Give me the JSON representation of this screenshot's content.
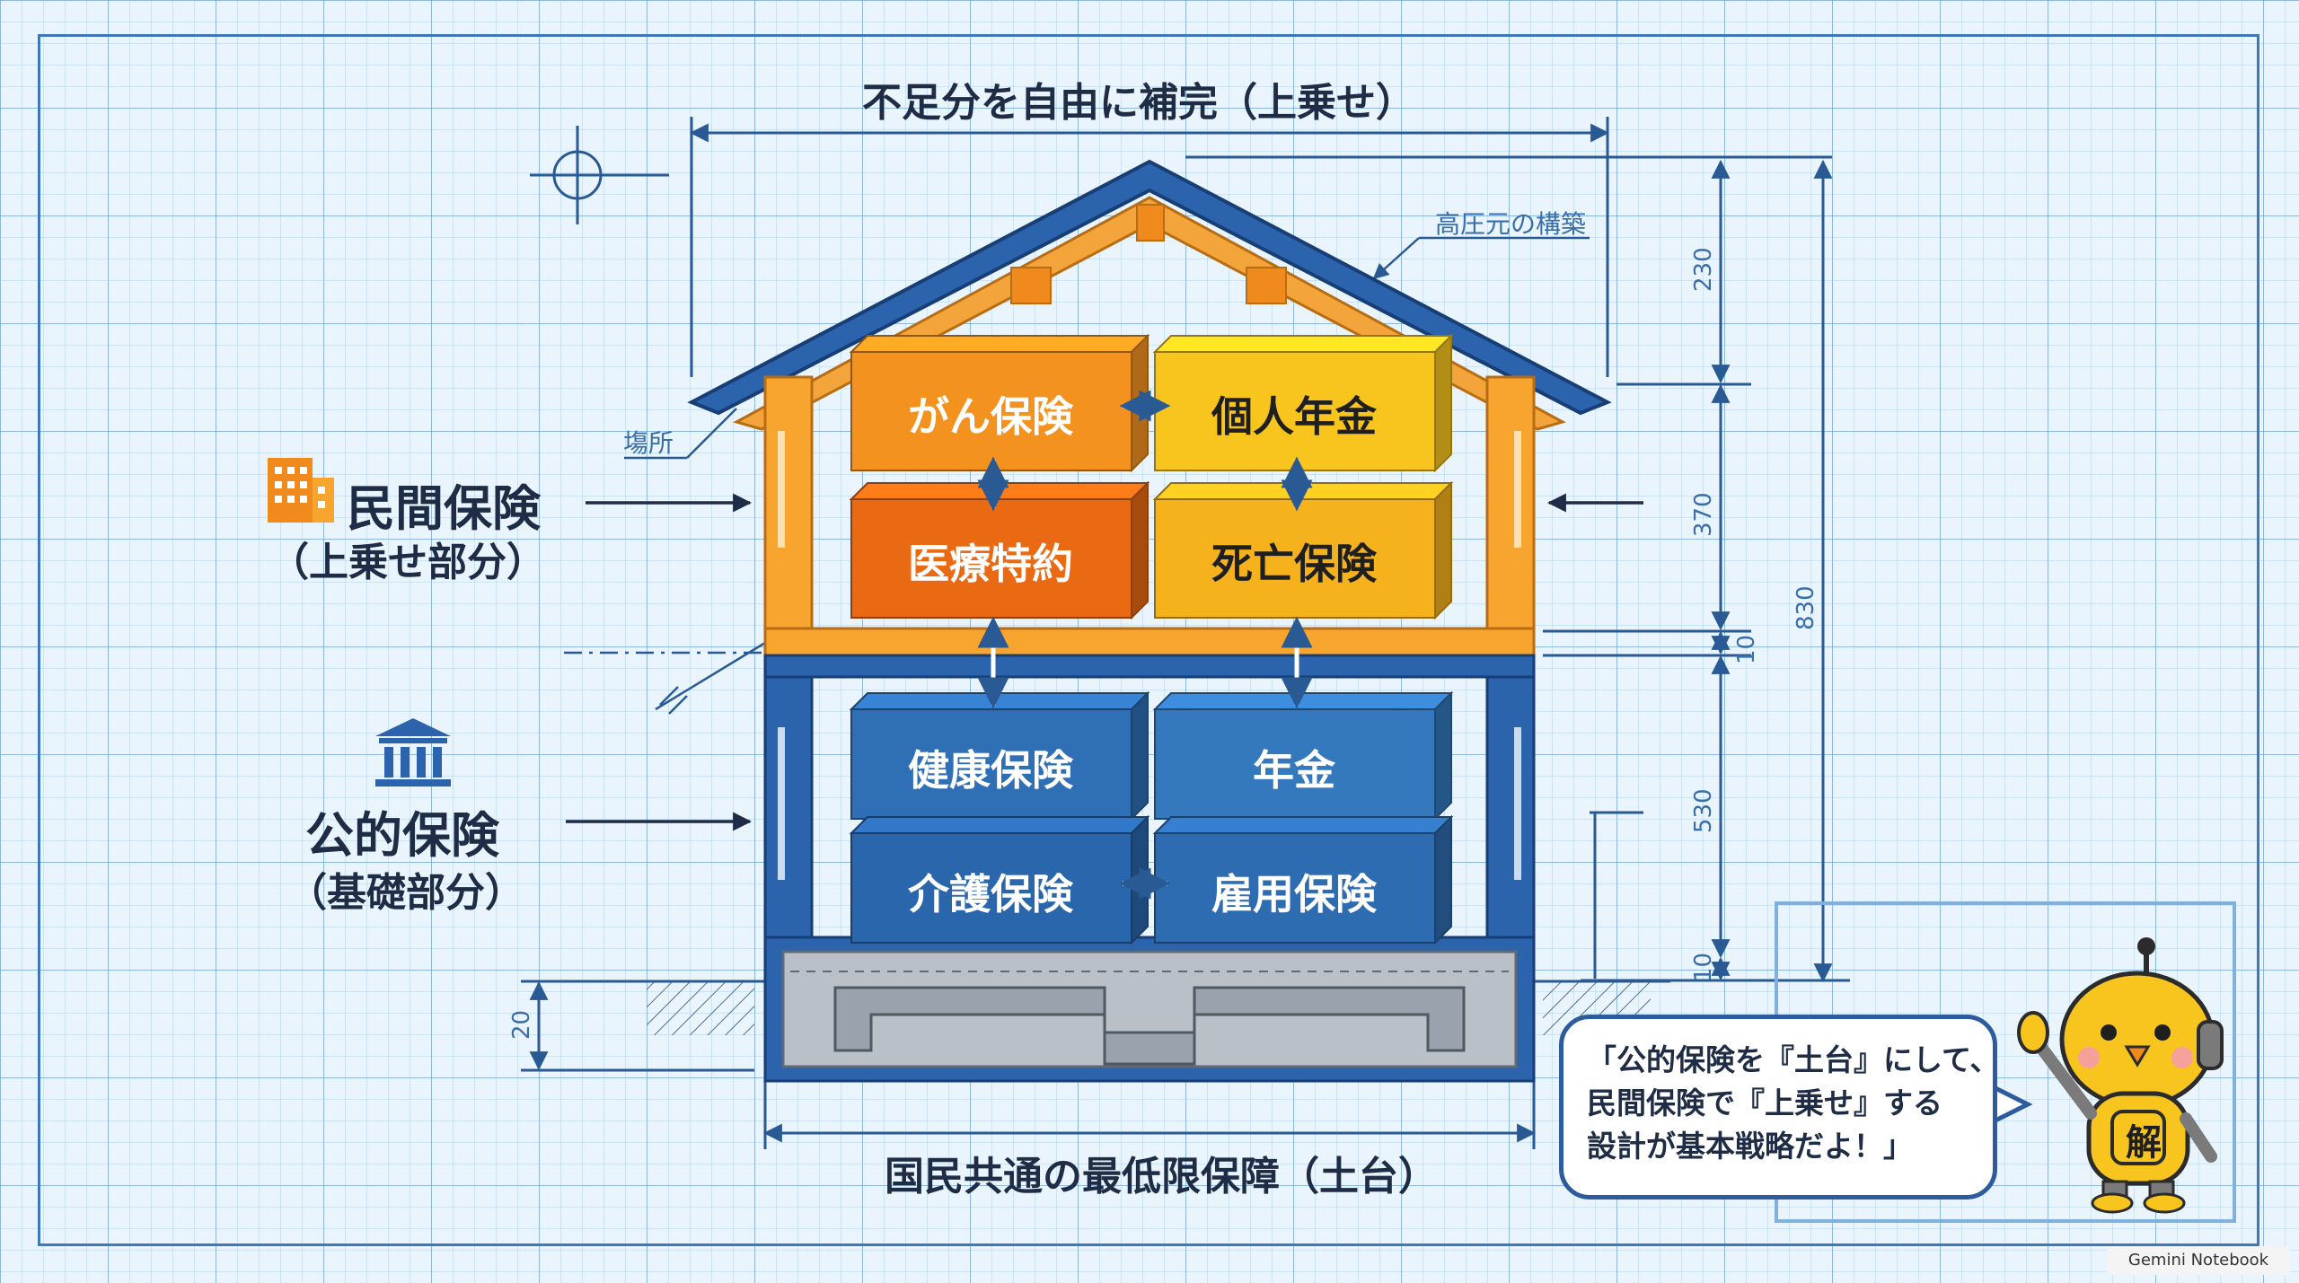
{
  "top_dimension_label": "不足分を自由に補完（上乗せ）",
  "bottom_dimension_label": "国民共通の最低限保障（土台）",
  "annotations": {
    "roof_note": "高圧元の構築",
    "side_note": "塲所"
  },
  "private_insurance": {
    "title": "民間保険",
    "subtitle": "（上乗せ部分）",
    "icon": "office-building-icon",
    "blocks": [
      "がん保険",
      "個人年金",
      "医療特約",
      "死亡保険"
    ]
  },
  "public_insurance": {
    "title": "公的保険",
    "subtitle": "（基礎部分）",
    "icon": "government-building-icon",
    "blocks": [
      "健康保険",
      "年金",
      "介護保険",
      "雇用保険"
    ]
  },
  "dimensions": [
    "230",
    "370",
    "10",
    "530",
    "10",
    "830",
    "20"
  ],
  "speech_bubble": {
    "lines": [
      "「公的保険を『土台』にして、",
      "民間保険で『上乗せ』する",
      "設計が基本戦略だよ！」"
    ]
  },
  "mascot": {
    "badge_text": "解"
  },
  "watermark": "Gemini Notebook",
  "colors": {
    "private_orange": "#f08a1c",
    "private_yellow": "#f7c51e",
    "public_blue": "#2f6fb5",
    "frame_blue": "#3f78b8",
    "grid": "#5a96cd"
  }
}
